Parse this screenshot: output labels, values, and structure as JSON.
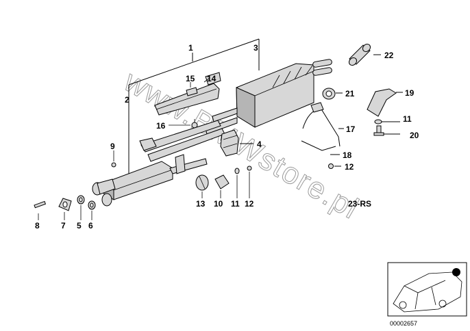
{
  "labels": {
    "l1": "1",
    "l2": "2",
    "l3": "3",
    "l4": "4",
    "l5": "5",
    "l6": "6",
    "l7": "7",
    "l8": "8",
    "l9": "9",
    "l10": "10",
    "l11a": "11",
    "l11b": "11",
    "l12a": "12",
    "l12b": "12",
    "l13": "13",
    "l14": "14",
    "l15": "15",
    "l16": "16",
    "l17": "17",
    "l18": "18",
    "l19": "19",
    "l20": "20",
    "l21": "21",
    "l22": "22"
  },
  "section_code": "23-RS",
  "image_number": "00002657",
  "watermark": "www.BMWstore.pl"
}
